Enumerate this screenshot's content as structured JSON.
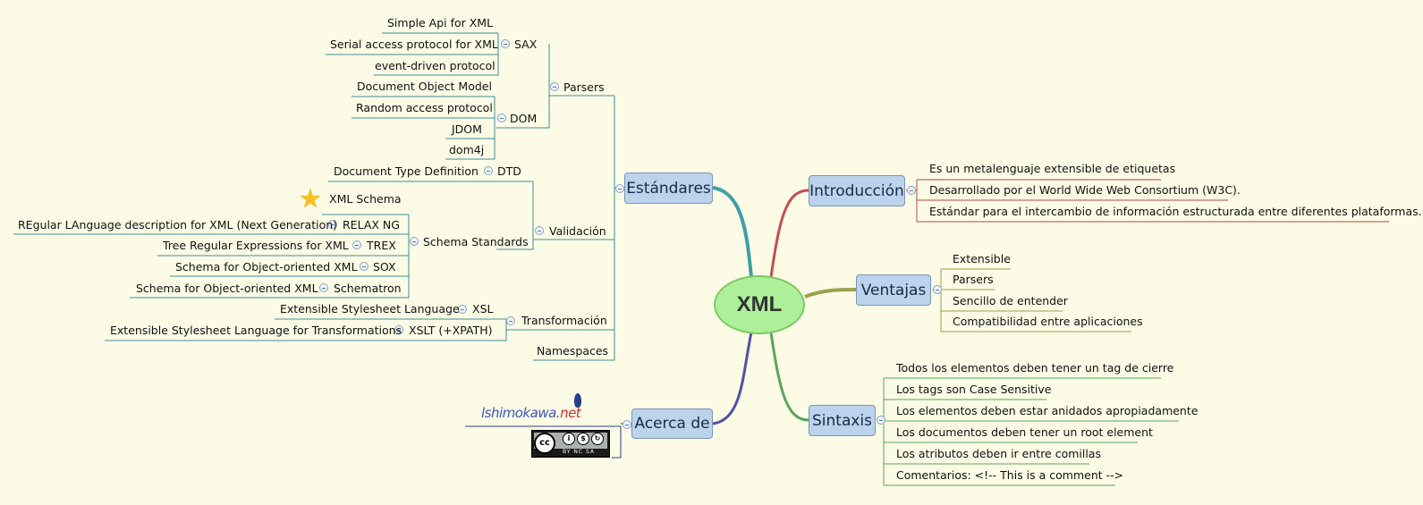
{
  "center": "XML",
  "estandares": {
    "label": "Estándares",
    "parsers": {
      "label": "Parsers",
      "sax": {
        "label": "SAX",
        "items": [
          "Simple Api for XML",
          "Serial access protocol for XML",
          "event-driven protocol"
        ]
      },
      "dom": {
        "label": "DOM",
        "items": [
          "Document Object Model",
          "Random access protocol",
          "JDOM",
          "dom4j"
        ]
      }
    },
    "validacion": {
      "label": "Validación",
      "dtd": {
        "label": "DTD",
        "desc": "Document Type Definition"
      },
      "schema": {
        "label": "Schema Standards",
        "xml_schema": "XML Schema",
        "relax": {
          "label": "RELAX NG",
          "desc": "REgular LAnguage description for XML (Next Generation)"
        },
        "trex": {
          "label": "TREX",
          "desc": "Tree Regular Expressions for XML"
        },
        "sox": {
          "label": "SOX",
          "desc": "Schema for Object-oriented XML"
        },
        "schematron": {
          "label": "Schematron",
          "desc": "Schema for Object-oriented XML"
        }
      }
    },
    "transformacion": {
      "label": "Transformación",
      "xsl": {
        "label": "XSL",
        "desc": "Extensible Stylesheet Language"
      },
      "xslt": {
        "label": "XSLT (+XPATH)",
        "desc": "Extensible Stylesheet Language for Transformations"
      }
    },
    "namespaces": "Namespaces"
  },
  "acerca": {
    "label": "Acerca de",
    "logo_main": "lshimokawa",
    "logo_net": ".net",
    "cc": {
      "c": "cc",
      "labels": "BY  NC  SA"
    }
  },
  "introduccion": {
    "label": "Introducción",
    "items": [
      "Es un metalenguaje extensible de etiquetas",
      "Desarrollado por el World Wide Web Consortium (W3C).",
      "Estándar para el intercambio de información estructurada entre diferentes plataformas."
    ]
  },
  "ventajas": {
    "label": "Ventajas",
    "items": [
      "Extensible",
      "Parsers",
      "Sencillo de entender",
      "Compatibilidad entre aplicaciones"
    ]
  },
  "sintaxis": {
    "label": "Sintaxis",
    "items": [
      "Todos los elementos deben tener un tag de cierre",
      "Los tags son Case Sensitive",
      "Los elementos deben estar anidados apropiadamente",
      "Los documentos deben tener un root element",
      "Los atributos deben ir entre comillas",
      "Comentarios: <!-- This is a comment -->"
    ]
  },
  "colors": {
    "line": "#3f8f97",
    "acerca_line": "#2b3f7f",
    "intro_line": "#c0504d",
    "ventajas_line": "#9aa04a",
    "sintaxis_line": "#5aa55a",
    "center_fill": "#aef09a",
    "box_fill": "#bcd3ee"
  }
}
